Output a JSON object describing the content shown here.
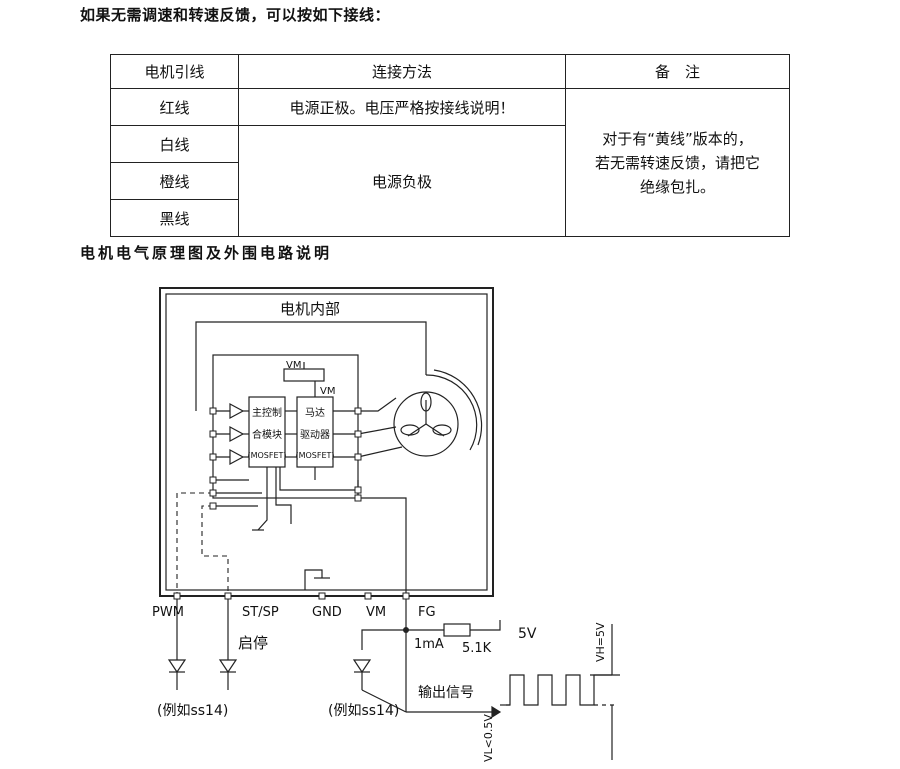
{
  "intro_text": "如果无需调速和转速反馈，可以按如下接线：",
  "table": {
    "headers": [
      "电机引线",
      "连接方法",
      "备　注"
    ],
    "rows": [
      {
        "wire": "红线",
        "method": "电源正极。电压严格按接线说明！"
      },
      {
        "wire": "白线"
      },
      {
        "wire": "橙线"
      },
      {
        "wire": "黑线"
      }
    ],
    "merged_method": "电源负极",
    "note_lines": [
      "对于有“黄线”版本的，",
      "若无需转速反馈，请把它",
      "绝缘包扎。"
    ]
  },
  "section_title": "电机电气原理图及外围电路说明",
  "diagram": {
    "motor_internal_label": "电机内部",
    "vm_top": "VM",
    "vm_mid": "VM",
    "controller_lines": [
      "主控制",
      "合模块",
      "(MOSFET)"
    ],
    "driver_lines": [
      "马达",
      "驱动器",
      "(MOSFET)"
    ],
    "pins": [
      "PWM",
      "ST/SP",
      "GND",
      "VM",
      "FG"
    ],
    "start_stop": "启停",
    "example_left": "(例如ss14)",
    "example_right": "(例如ss14)",
    "current": "1mA",
    "resistor": "5.1K",
    "supply": "5V",
    "output_signal": "输出信号",
    "vh": "VH=5V",
    "vl": "VL<0.5V"
  }
}
